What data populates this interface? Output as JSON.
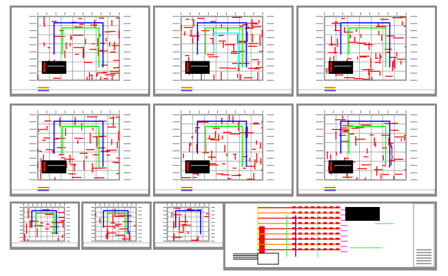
{
  "colors": {
    "frame": "#8c8c8c",
    "paper": "#ffffff",
    "wall": "#9a9a9a",
    "circuit": "#ff0000",
    "main_feed": "#0000ff",
    "secondary_feed": "#00ff00",
    "accent_yellow": "#ffff00",
    "accent_cyan": "#00ffff",
    "accent_magenta": "#ff00ff",
    "accent_orange": "#ff8000",
    "legend_box": "#000000"
  },
  "sheets": [
    {
      "kind": "floor-plan",
      "feeds": [
        "main_feed",
        "secondary_feed"
      ]
    },
    {
      "kind": "floor-plan",
      "feeds": [
        "main_feed",
        "secondary_feed",
        "accent_cyan"
      ]
    },
    {
      "kind": "floor-plan",
      "feeds": [
        "main_feed",
        "secondary_feed"
      ]
    },
    {
      "kind": "floor-plan",
      "feeds": [
        "main_feed",
        "secondary_feed"
      ]
    },
    {
      "kind": "floor-plan",
      "feeds": [
        "main_feed",
        "secondary_feed"
      ]
    },
    {
      "kind": "floor-plan",
      "feeds": [
        "main_feed",
        "secondary_feed"
      ]
    },
    {
      "kind": "small-plan",
      "feeds": [
        "main_feed",
        "secondary_feed"
      ]
    },
    {
      "kind": "small-plan",
      "feeds": [
        "main_feed",
        "secondary_feed"
      ]
    },
    {
      "kind": "small-plan",
      "feeds": [
        "main_feed"
      ]
    },
    {
      "kind": "riser-diagram",
      "feeds": [
        "main_feed",
        "secondary_feed",
        "accent_cyan"
      ]
    }
  ]
}
